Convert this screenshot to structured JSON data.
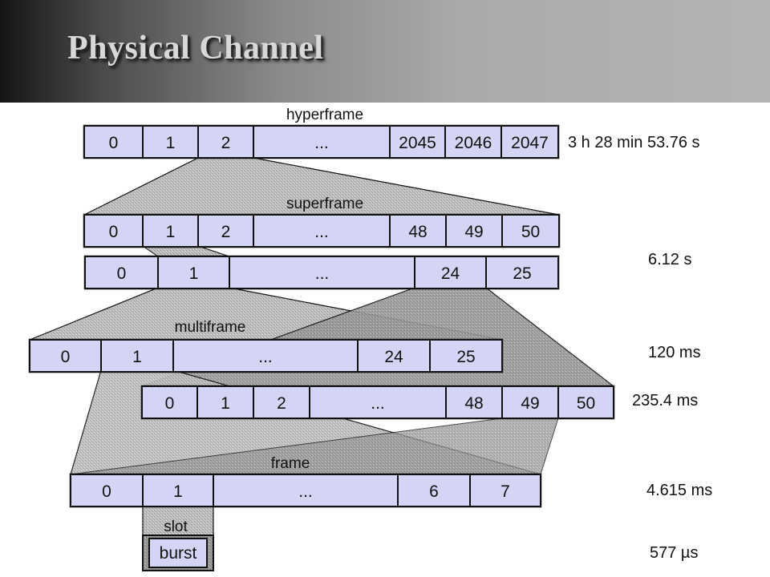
{
  "title": "Physical Channel",
  "colors": {
    "cell": "#d4d4f4",
    "funnel": "#b5b5b5",
    "funnel_dark": "#8e8e8e",
    "border": "#111111"
  },
  "levels": {
    "hyperframe": {
      "label": "hyperframe",
      "cells": [
        "0",
        "1",
        "2",
        "...",
        "2045",
        "2046",
        "2047"
      ],
      "duration": "3 h 28 min 53.76 s"
    },
    "superframe": {
      "label": "superframe",
      "row_a": {
        "cells": [
          "0",
          "1",
          "2",
          "...",
          "48",
          "49",
          "50"
        ]
      },
      "row_b": {
        "cells": [
          "0",
          "1",
          "...",
          "24",
          "25"
        ]
      },
      "duration": "6.12 s"
    },
    "multiframe": {
      "label": "multiframe",
      "row_a": {
        "cells": [
          "0",
          "1",
          "...",
          "24",
          "25"
        ],
        "duration": "120 ms"
      },
      "row_b": {
        "cells": [
          "0",
          "1",
          "2",
          "...",
          "48",
          "49",
          "50"
        ],
        "duration": "235.4 ms"
      }
    },
    "frame": {
      "label": "frame",
      "cells": [
        "0",
        "1",
        "...",
        "6",
        "7"
      ],
      "duration": "4.615 ms"
    },
    "slot": {
      "label": "slot",
      "burst_label": "burst",
      "duration": "577 µs"
    }
  }
}
